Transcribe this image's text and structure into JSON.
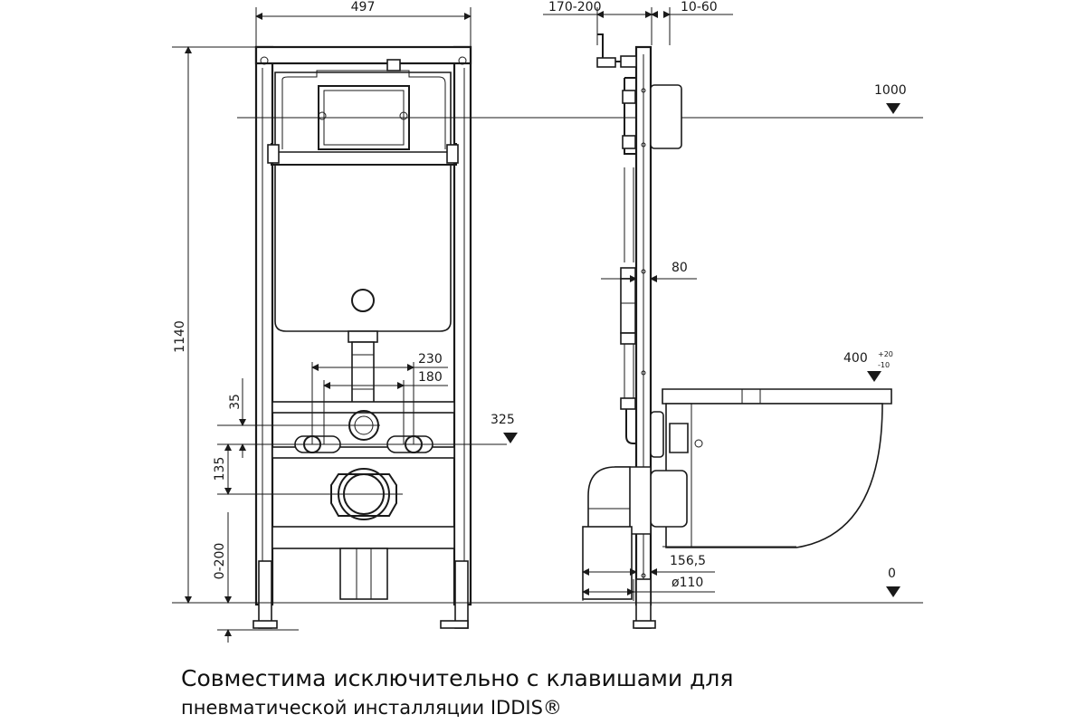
{
  "front_view": {
    "width_label": "497",
    "height_label": "1140",
    "pipe_spacing_outer": "230",
    "pipe_spacing_inner": "180",
    "inlet_offset": "35",
    "drain_offset": "135",
    "floor_range": "0-200",
    "inlet_height": "325"
  },
  "side_view": {
    "depth_range": "170-200",
    "wall_range": "10-60",
    "frame_depth": "80",
    "drain_distance": "156,5",
    "drain_diameter": "ø110",
    "button_height": "1000",
    "floor_level": "0",
    "bowl_height": "400",
    "bowl_tol_plus": "+20",
    "bowl_tol_minus": "-10"
  },
  "caption": {
    "line1": "Совместима исключительно с клавишами для",
    "line2": "пневматической инсталляции IDDIS®"
  }
}
